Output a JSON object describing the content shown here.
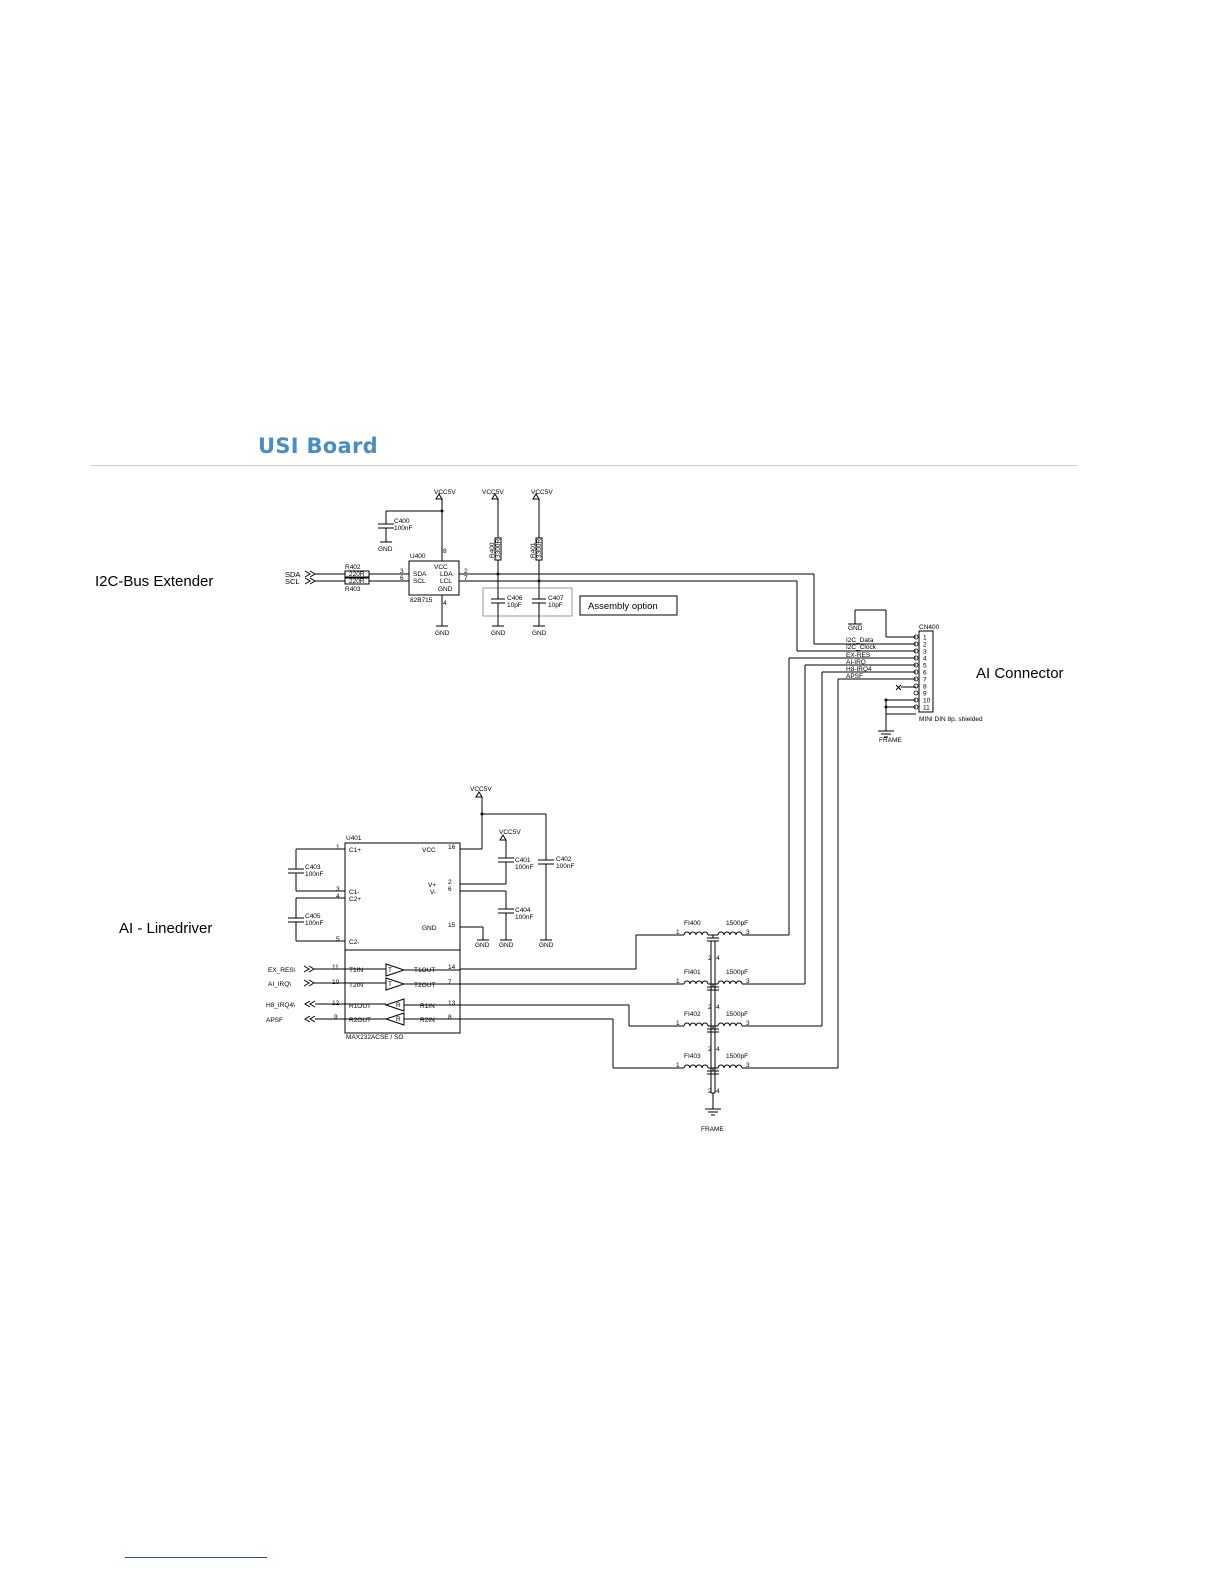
{
  "page": {
    "title": "USI Board"
  },
  "sections": {
    "i2c": "I2C-Bus Extender",
    "connector": "AI Connector",
    "linedriver": "AI - Linedriver"
  },
  "power": {
    "vcc": "VCC5V",
    "gnd": "GND",
    "frame": "FRAME"
  },
  "i2c_block": {
    "signals": [
      "SDA",
      "SCL"
    ],
    "r402": {
      "ref": "R402",
      "value": "220R"
    },
    "r403": {
      "ref": "R403",
      "value": "220R"
    },
    "r400": {
      "ref": "R400",
      "value": "3300R"
    },
    "r401": {
      "ref": "R401",
      "value": "3300R"
    },
    "c400": {
      "ref": "C400",
      "value": "100nF"
    },
    "c406": {
      "ref": "C406",
      "value": "10pF"
    },
    "c407": {
      "ref": "C407",
      "value": "10pF"
    },
    "assembly_option": "Assembly option",
    "u400": {
      "ref": "U400",
      "part": "82B715",
      "pins": {
        "vcc": "VCC",
        "sda": "SDA",
        "scl": "SCL",
        "lda": "LDA",
        "lcl": "LCL",
        "gnd": "GND"
      },
      "pin_numbers": {
        "sda": "3",
        "scl": "6",
        "lda": "2",
        "lcl": "7",
        "vcc": "8",
        "gnd": "4"
      }
    }
  },
  "connector_block": {
    "ref": "CN400",
    "part": "MINI DIN 8p. shielded",
    "pins": [
      "1",
      "2",
      "3",
      "4",
      "5",
      "6",
      "7",
      "8",
      "9",
      "10",
      "11"
    ],
    "signals": [
      "I2C_Data",
      "I2C_Clock",
      "EX-RES",
      "AI-IRQ",
      "H8-IRQ4",
      "APSF"
    ]
  },
  "linedriver_block": {
    "u401": {
      "ref": "U401",
      "part": "MAX232ACSE / SO",
      "left_pins": [
        "C1+",
        "C1-",
        "C2+",
        "C2-",
        "T1IN",
        "T2IN",
        "R1OUT",
        "R2OUT"
      ],
      "left_numbers": [
        "1",
        "3",
        "4",
        "5",
        "11",
        "10",
        "12",
        "9"
      ],
      "right_pins": [
        "VCC",
        "V+",
        "V-",
        "GND",
        "T1OUT",
        "T2OUT",
        "R1IN",
        "R2IN"
      ],
      "right_numbers": [
        "16",
        "2",
        "6",
        "15",
        "14",
        "7",
        "13",
        "8"
      ],
      "driver_letters": [
        "T",
        "T",
        "R",
        "R"
      ]
    },
    "inputs": [
      "EX_RES\\",
      "AI_IRQ\\",
      "H8_IRQ4\\",
      "APSF"
    ],
    "c401": {
      "ref": "C401",
      "value": "100nF"
    },
    "c402": {
      "ref": "C402",
      "value": "100nF"
    },
    "c403": {
      "ref": "C403",
      "value": "100nF"
    },
    "c404": {
      "ref": "C404",
      "value": "100nF"
    },
    "c405": {
      "ref": "C405",
      "value": "100nF"
    },
    "filters": [
      {
        "ref": "FI400",
        "value": "1500pF"
      },
      {
        "ref": "FI401",
        "value": "1500pF"
      },
      {
        "ref": "FI402",
        "value": "1500pF"
      },
      {
        "ref": "FI403",
        "value": "1500pF"
      }
    ],
    "filter_pins": {
      "in": "1",
      "out": "3",
      "gnd_a": "2",
      "gnd_b": "4"
    }
  }
}
